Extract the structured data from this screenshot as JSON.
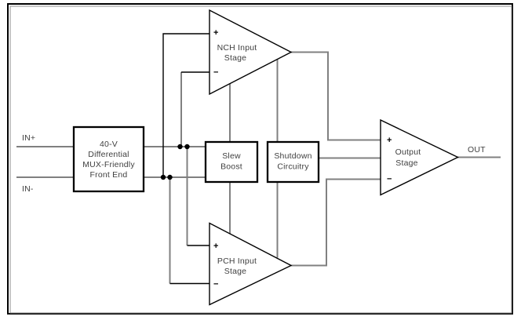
{
  "diagram": {
    "inputs": {
      "in_plus_label": "IN+",
      "in_minus_label": "IN-"
    },
    "output": {
      "out_label": "OUT"
    },
    "front_end": {
      "lines": [
        "40-V",
        "Differential",
        "MUX-Friendly",
        "Front End"
      ]
    },
    "nch_stage": {
      "plus": "+",
      "minus": "−",
      "lines": [
        "NCH Input",
        "Stage"
      ]
    },
    "pch_stage": {
      "plus": "+",
      "minus": "−",
      "lines": [
        "PCH Input",
        "Stage"
      ]
    },
    "output_stage": {
      "plus": "+",
      "minus": "−",
      "lines": [
        "Output",
        "Stage"
      ]
    },
    "slew_boost": {
      "lines": [
        "Slew",
        "Boost"
      ]
    },
    "shutdown": {
      "lines": [
        "Shutdown",
        "Circuitry"
      ]
    },
    "colors": {
      "wire": "#808080",
      "outline": "#000000",
      "label": "#404040",
      "junction_dot": "#000000",
      "background": "#ffffff"
    }
  }
}
